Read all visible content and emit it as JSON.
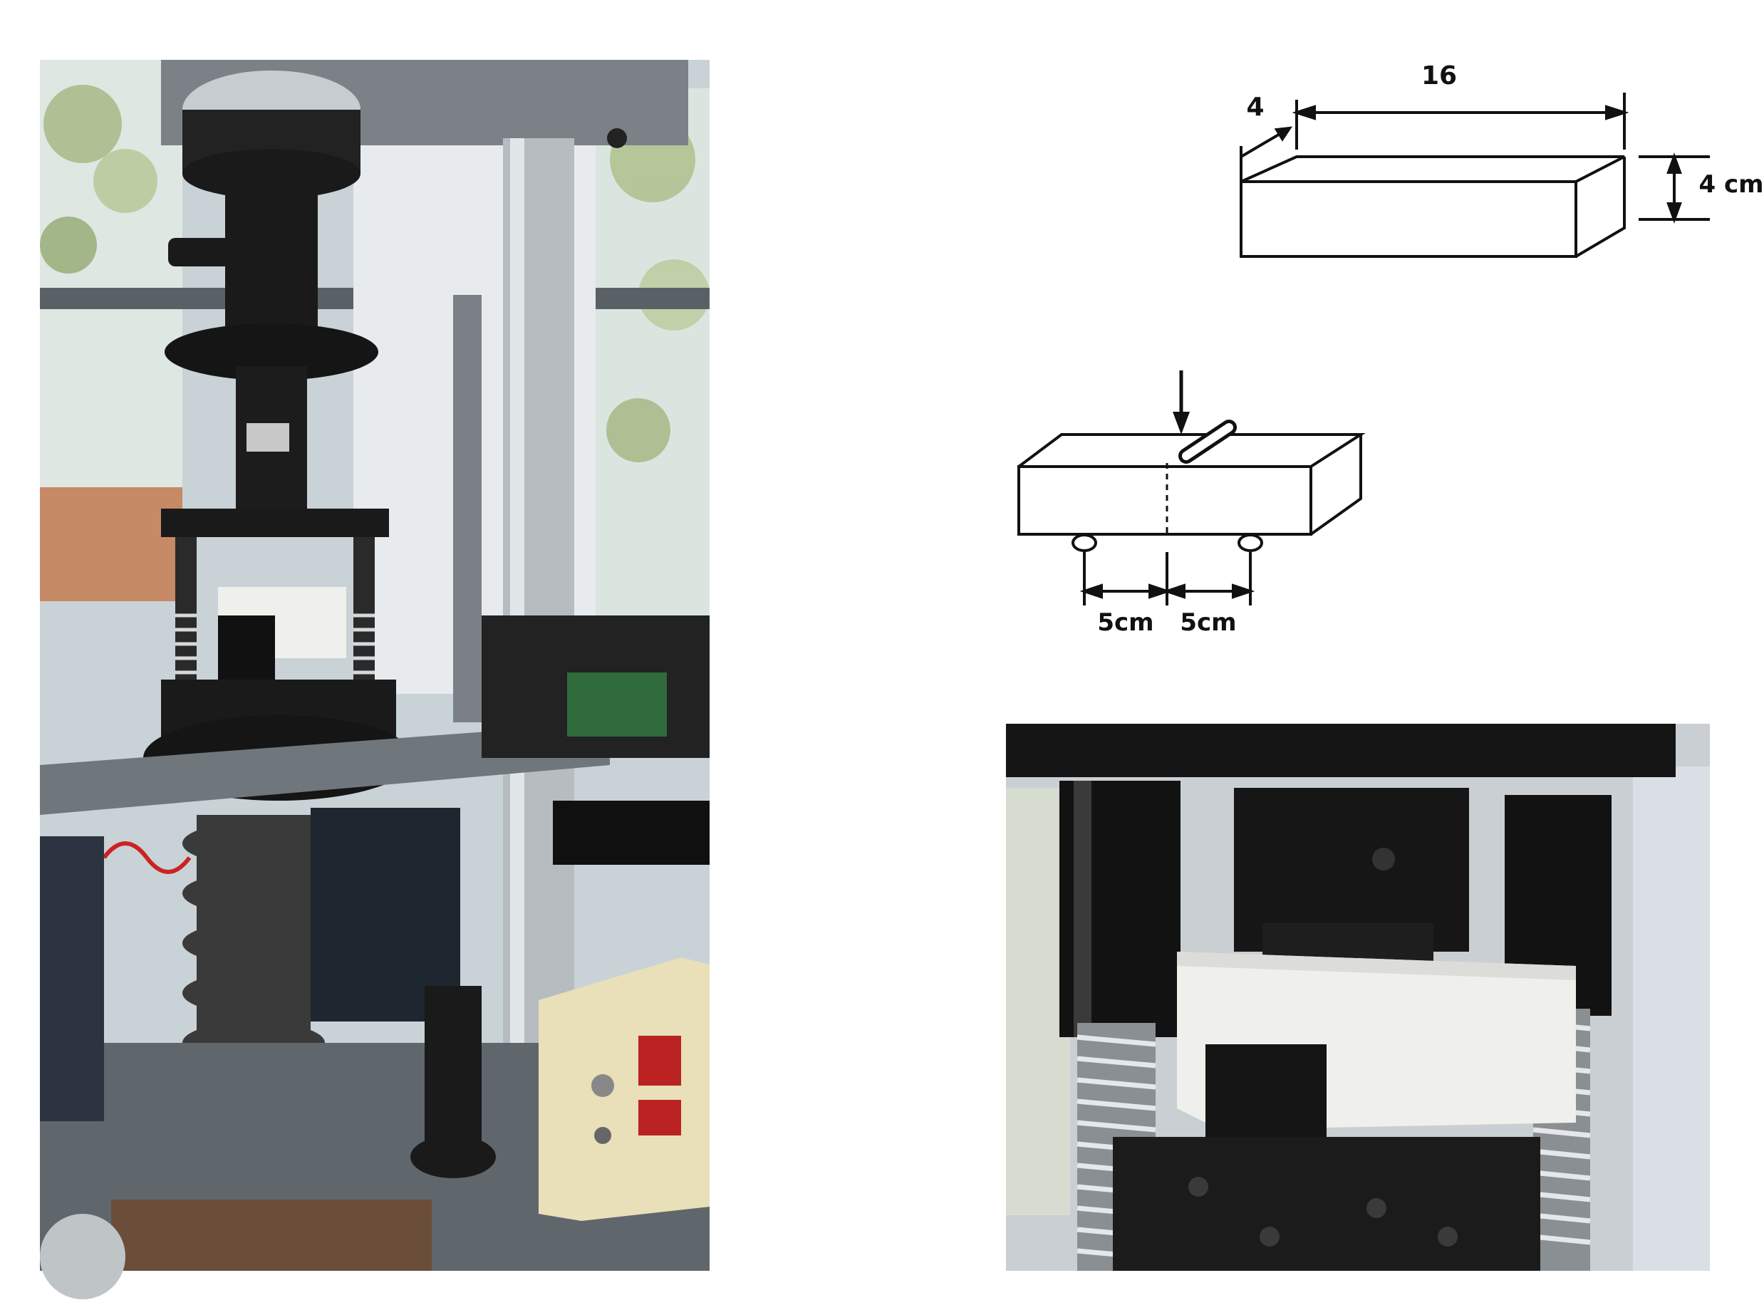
{
  "figure": {
    "left_photo": {
      "subject": "universal testing machine with three-point bending fixture and specimen"
    },
    "right_photo": {
      "subject": "close-up of prism specimen on bending supports under loading head"
    },
    "specimen_diagram": {
      "length_label": "16",
      "width_label": "4",
      "height_label": "4 cm"
    },
    "bending_diagram": {
      "span_left_label": "5cm",
      "span_right_label": "5cm"
    }
  },
  "colors": {
    "machine_dark": "#1a1a1a",
    "frame_grey": "#6f767c",
    "column_steel": "#b7bcc0",
    "specimen_white": "#efefec",
    "control_box_cream": "#e9dfb8",
    "window_sky": "#d9e6ea",
    "foliage": "#9fb37a"
  }
}
